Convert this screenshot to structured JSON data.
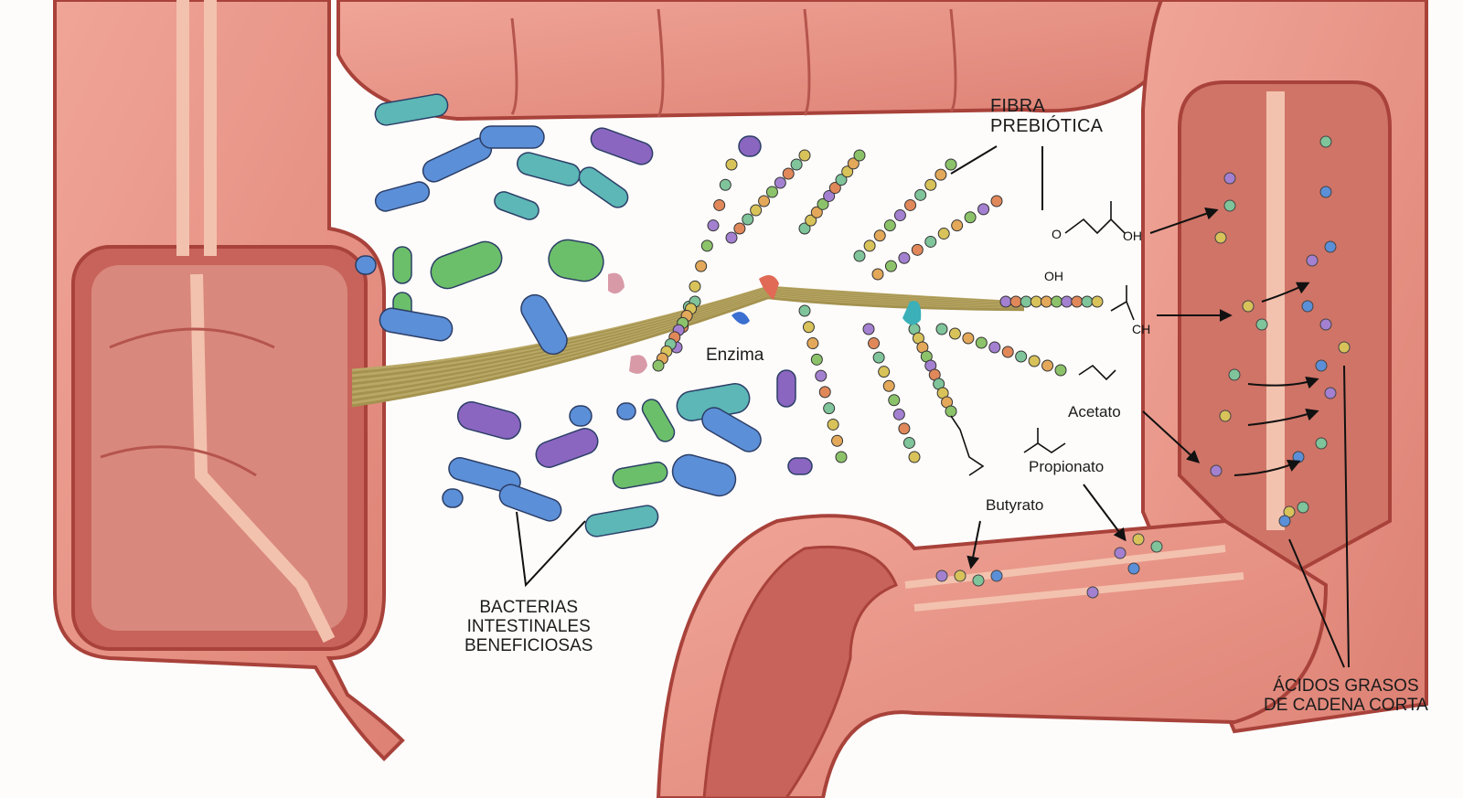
{
  "labels": {
    "fiber": [
      "FIBRA",
      "PREBIÓTICA"
    ],
    "enzyme": "Enzima",
    "acetate": "Acetato",
    "propionate": "Propionato",
    "butyrate": "Butyrato",
    "bacteria": [
      "BACTERIAS",
      "INTESTINALES",
      "BENEFICIOSAS"
    ],
    "scfa": [
      "ÁCIDOS GRASOS",
      "DE CADENA CORTA"
    ]
  },
  "chem": {
    "oh1": "OH",
    "oh2": "OH",
    "ch": "CH",
    "o": "O"
  },
  "colors": {
    "colon_wall": "#e58e7f",
    "colon_outline": "#a8423a",
    "colon_inner": "#c7635a",
    "fiber": "#b9a866",
    "bacteria_blue": "#5b8fd8",
    "bacteria_teal": "#5cb7b6",
    "bacteria_purple": "#8a66c0",
    "bacteria_green": "#6cbf6a"
  }
}
